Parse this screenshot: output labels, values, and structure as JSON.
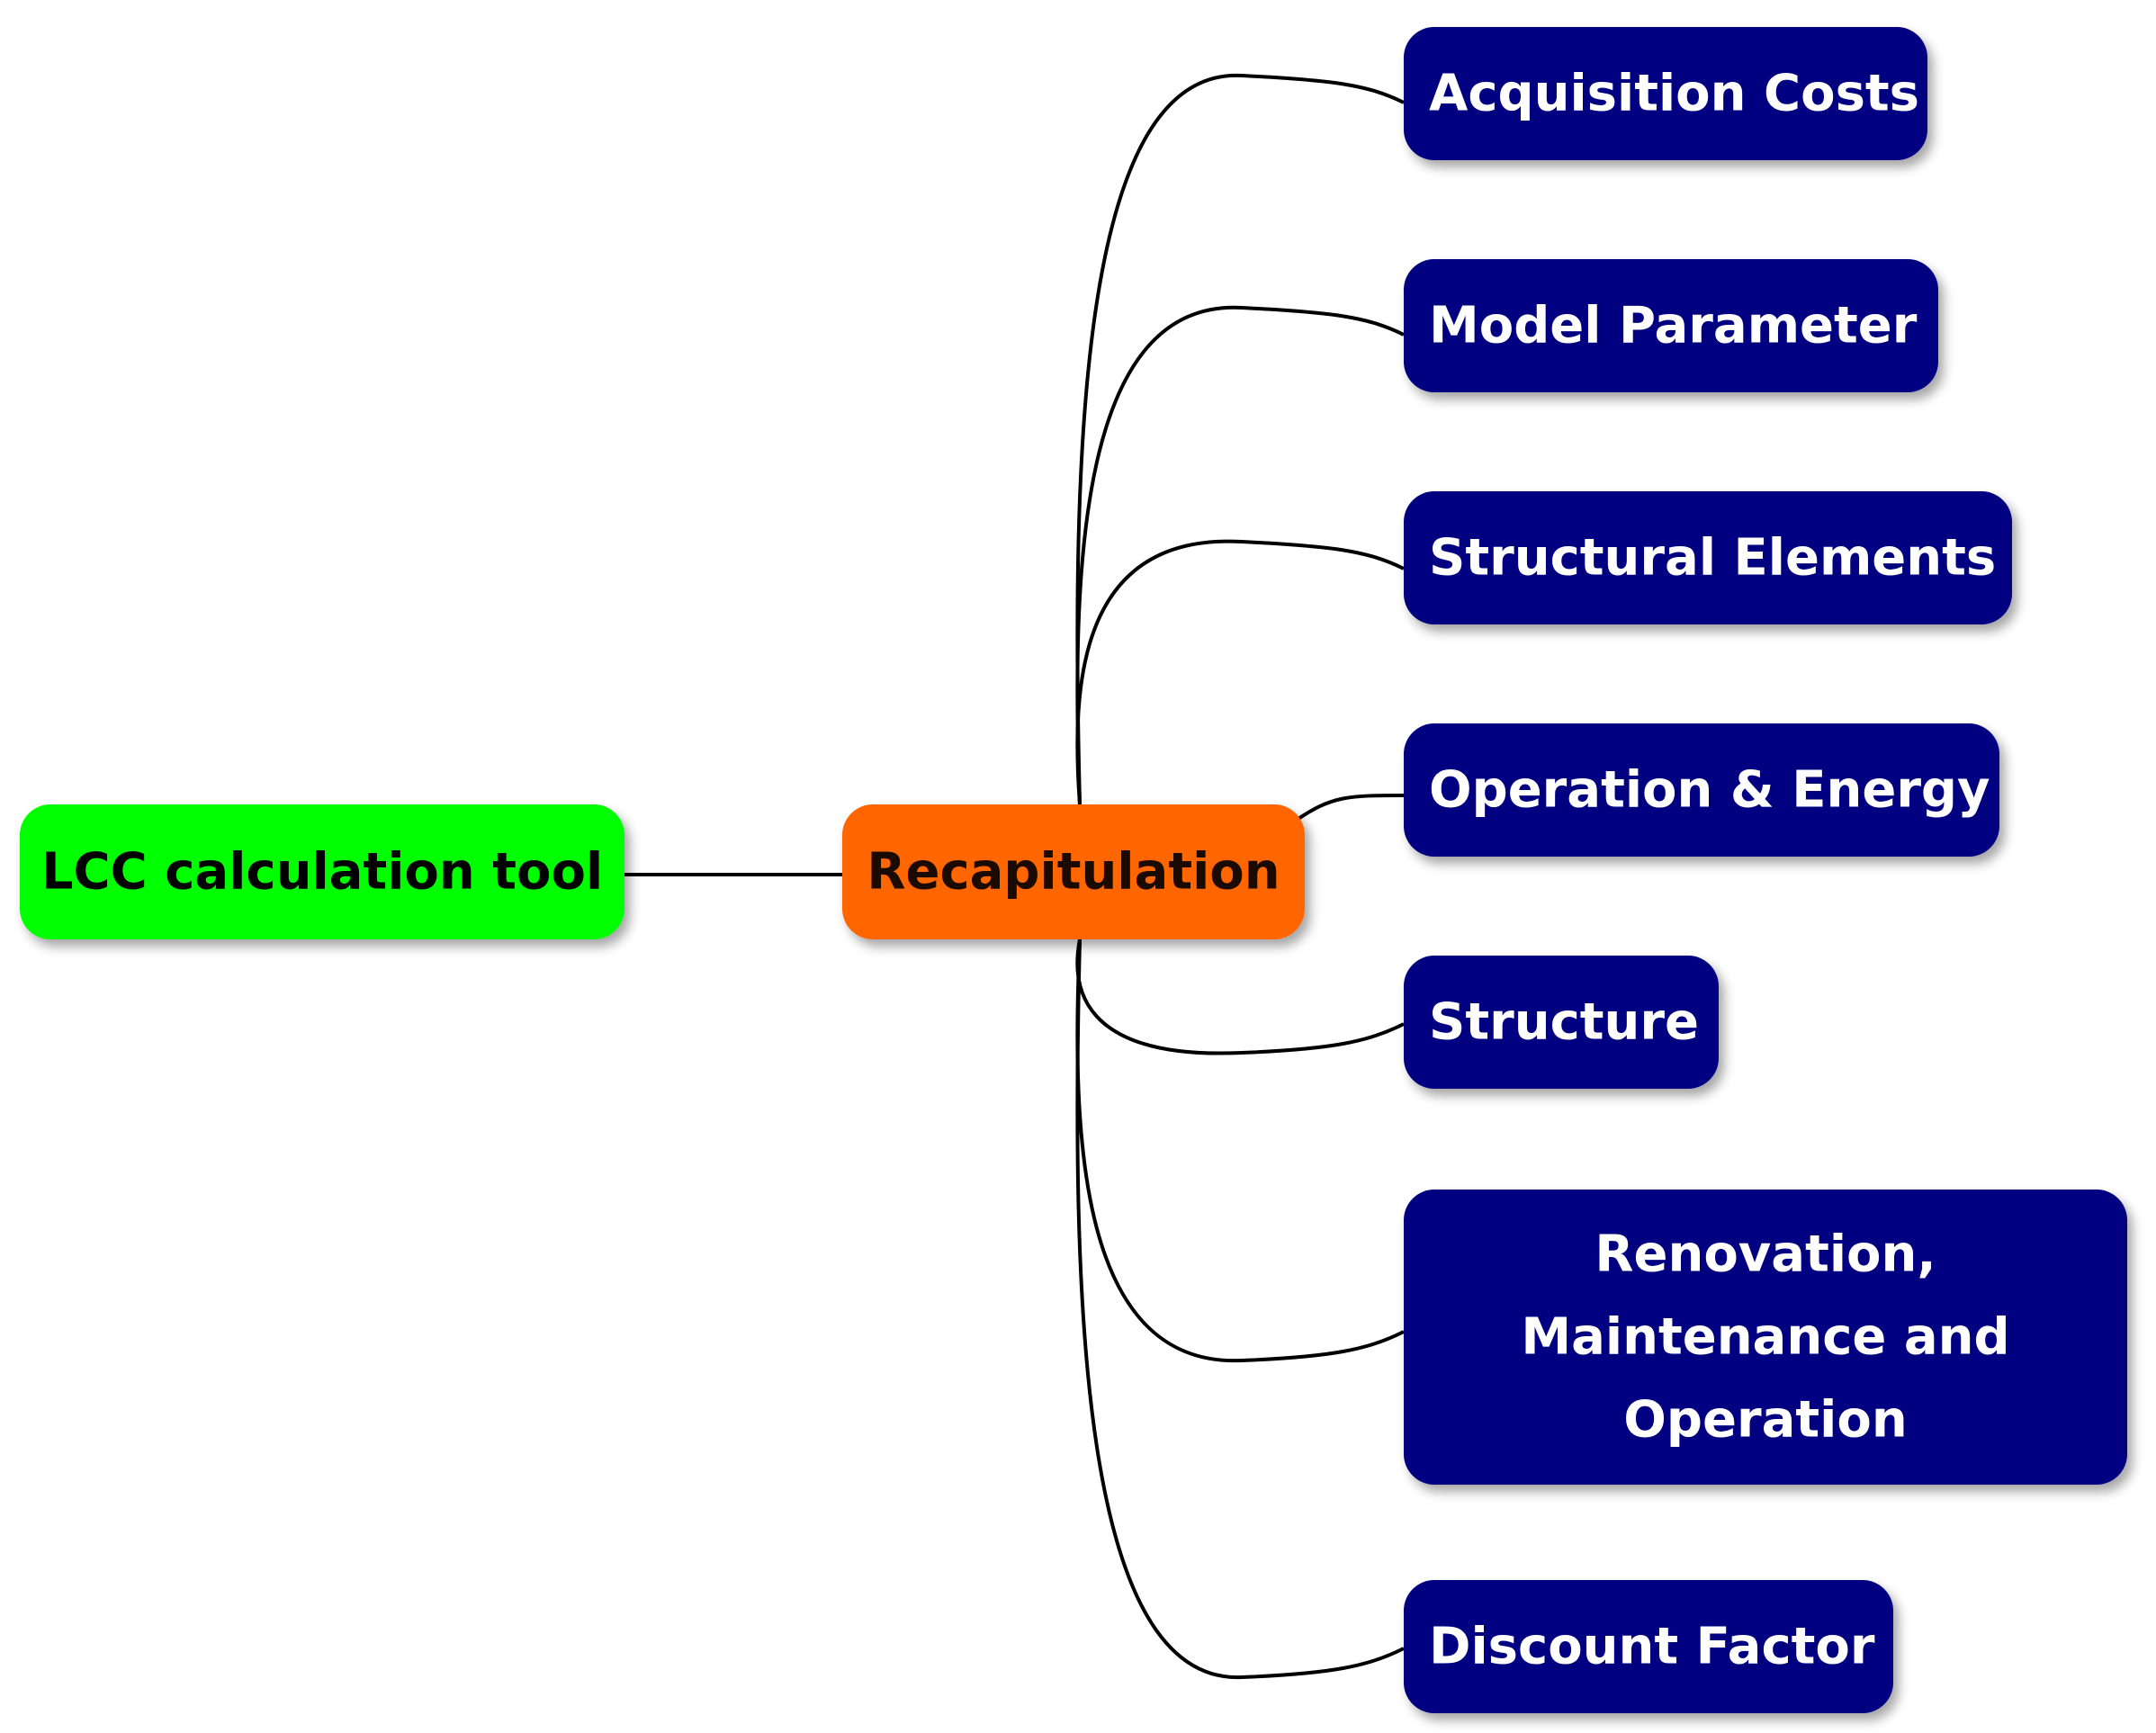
{
  "root": {
    "label": "LCC calculation tool",
    "fill": "#00ff00",
    "text_color": "#000000"
  },
  "hub": {
    "label": "Recapitulation",
    "fill": "#ff6600",
    "text_color": "#1a0a00"
  },
  "branch_style": {
    "fill": "#000080",
    "text_color": "#ffffff",
    "connector_color": "#000000"
  },
  "branches": [
    {
      "lines": [
        "Acquisition Costs"
      ]
    },
    {
      "lines": [
        "Model Parameter"
      ]
    },
    {
      "lines": [
        "Structural Elements"
      ]
    },
    {
      "lines": [
        "Operation & Energy"
      ]
    },
    {
      "lines": [
        "Structure"
      ]
    },
    {
      "lines": [
        "Renovation,",
        "Maintenance and",
        "Operation"
      ]
    },
    {
      "lines": [
        "Discount Factor"
      ]
    }
  ]
}
